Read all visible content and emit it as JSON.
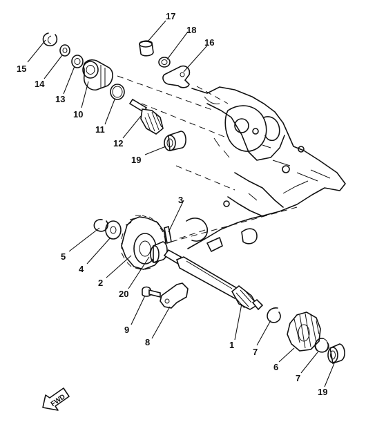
{
  "callouts": {
    "c1": "1",
    "c2": "2",
    "c3": "3",
    "c4": "4",
    "c5": "5",
    "c6": "6",
    "c7a": "7",
    "c7b": "7",
    "c8": "8",
    "c9": "9",
    "c10": "10",
    "c11": "11",
    "c12": "12",
    "c13": "13",
    "c14": "14",
    "c15": "15",
    "c16": "16",
    "c17": "17",
    "c18": "18",
    "c19a": "19",
    "c19b": "19",
    "c20": "20"
  },
  "fwd_label": "FWD"
}
